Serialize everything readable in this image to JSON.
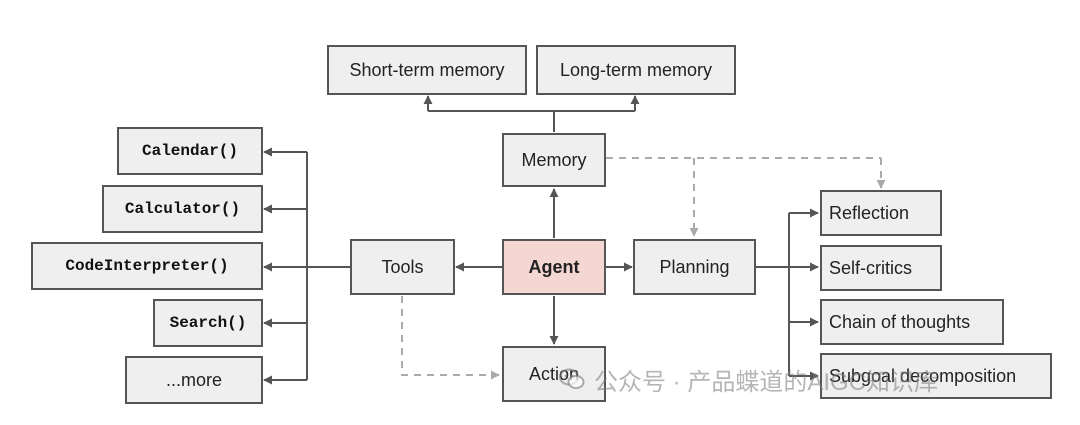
{
  "nodes": {
    "short_term_memory": "Short-term memory",
    "long_term_memory": "Long-term memory",
    "memory": "Memory",
    "agent": "Agent",
    "tools": "Tools",
    "planning": "Planning",
    "action": "Action",
    "tools_list": [
      "Calendar()",
      "Calculator()",
      "CodeInterpreter()",
      "Search()",
      "...more"
    ],
    "planning_list": [
      "Reflection",
      "Self-critics",
      "Chain of thoughts",
      "Subgoal decomposition"
    ]
  },
  "watermark": "公众号 · 产品蝶道的AIGC知识库",
  "colors": {
    "box_fill": "#efefef",
    "agent_fill": "#f4d6d3",
    "border": "#555555",
    "arrow": "#555555",
    "dashed_arrow": "#aaaaaa"
  }
}
